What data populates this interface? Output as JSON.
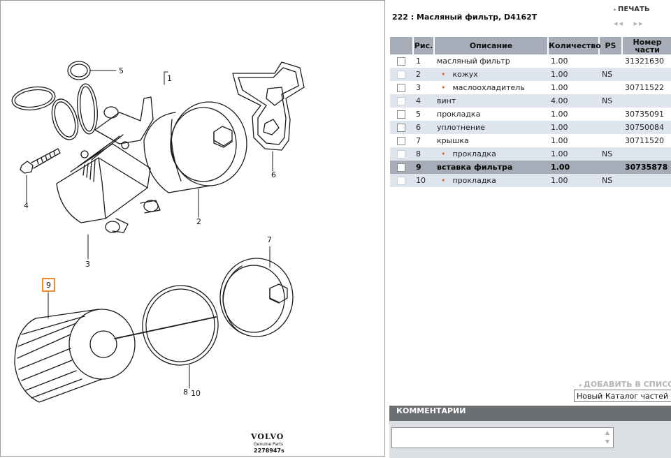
{
  "diagram": {
    "callouts": [
      "1",
      "2",
      "3",
      "4",
      "5",
      "6",
      "7",
      "8",
      "10",
      "9"
    ],
    "brand": "VOLVO",
    "brand_sub": "Genuine Parts",
    "drawing_number": "2278947s"
  },
  "header": {
    "title": "222 : Масляный фильтр, D4162T",
    "print_label": "ПЕЧАТЬ",
    "pager_prev": "◂◂",
    "pager_next": "▸▸"
  },
  "table": {
    "columns": [
      "Рис.",
      "Описание",
      "Количество",
      "PS",
      "Номер части"
    ],
    "rows": [
      {
        "fig": "1",
        "desc": "масляный фильтр",
        "indent": false,
        "qty": "1.00",
        "ps": "",
        "part": "31321630",
        "enabled": true,
        "selected": false
      },
      {
        "fig": "2",
        "desc": "кожух",
        "indent": true,
        "qty": "1.00",
        "ps": "NS",
        "part": "",
        "enabled": false,
        "selected": false
      },
      {
        "fig": "3",
        "desc": "маслоохладитель",
        "indent": true,
        "qty": "1.00",
        "ps": "",
        "part": "30711522",
        "enabled": true,
        "selected": false
      },
      {
        "fig": "4",
        "desc": "винт",
        "indent": false,
        "qty": "4.00",
        "ps": "NS",
        "part": "",
        "enabled": false,
        "selected": false
      },
      {
        "fig": "5",
        "desc": "прокладка",
        "indent": false,
        "qty": "1.00",
        "ps": "",
        "part": "30735091",
        "enabled": true,
        "selected": false
      },
      {
        "fig": "6",
        "desc": "уплотнение",
        "indent": false,
        "qty": "1.00",
        "ps": "",
        "part": "30750084",
        "enabled": true,
        "selected": false
      },
      {
        "fig": "7",
        "desc": "крышка",
        "indent": false,
        "qty": "1.00",
        "ps": "",
        "part": "30711520",
        "enabled": true,
        "selected": false
      },
      {
        "fig": "8",
        "desc": "прокладка",
        "indent": true,
        "qty": "1.00",
        "ps": "NS",
        "part": "",
        "enabled": false,
        "selected": false
      },
      {
        "fig": "9",
        "desc": "вставка фильтра",
        "indent": false,
        "qty": "1.00",
        "ps": "",
        "part": "30735878",
        "enabled": true,
        "selected": true
      },
      {
        "fig": "10",
        "desc": "прокладка",
        "indent": true,
        "qty": "1.00",
        "ps": "NS",
        "part": "",
        "enabled": false,
        "selected": false
      }
    ]
  },
  "actions": {
    "add_to_list": "ДОБАВИТЬ В СПИСОК",
    "catalog_value": "Новый Каталог частей"
  },
  "comments": {
    "header": "КОММЕНТАРИИ"
  },
  "colors": {
    "header_bg": "#a7adb8",
    "alt_row": "#dfe5ee",
    "bullet": "#e06020",
    "highlight_box": "#f08a24"
  }
}
